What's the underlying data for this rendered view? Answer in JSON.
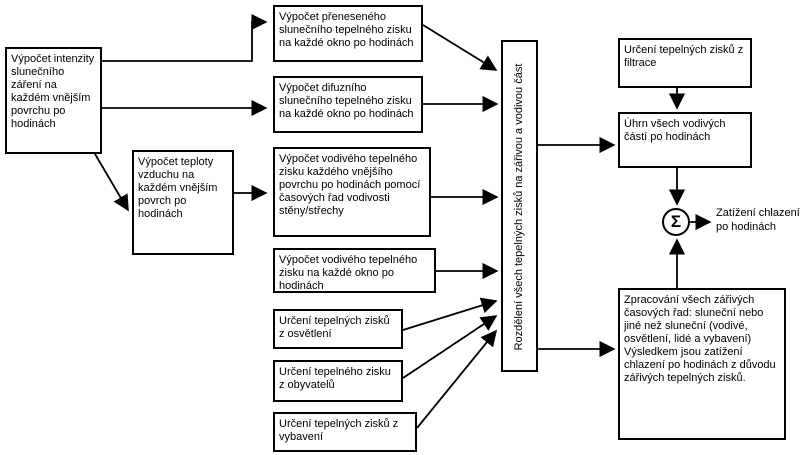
{
  "diagram": {
    "boxes": {
      "intenzity": "Výpočet intenzity slunečního záření na každém vnějším povrchu po hodinách",
      "teplota": "Výpočet teploty vzduchu na každém vnějším povrch po hodinách",
      "preneseny": "Výpočet přeneseného slunečního tepelného zisku na každé okno po hodinách",
      "difuzni": "Výpočet difuzního slunečního tepelného zisku na každé okno po hodinách",
      "vodivy_povrch": "Výpočet vodivého tepelného zisku každého vnějšího povrchu po hodinách pomocí časových řad vodivosti stěny/střechy",
      "vodivy_okno": "Výpočet vodivého tepelného zisku na každé okno po hodinách",
      "osvetleni": "Určení tepelných zisků z osvětlení",
      "obyvatele": "Určení tepelného zisku z obyvatelů",
      "vybaveni": "Určení tepelných zisků z vybavení",
      "rozdeleni": "Rozdělení všech tepelných zisků na zářivou a vodivou část",
      "filtrace": "Určení tepelných zisků z filtrace",
      "uhrn": "Úhrn všech vodivých částí po hodinách",
      "zpracovani": "Zpracování všech zářivých časových řad: sluneční nebo jiné než sluneční (vodivé, osvětlení, lidé a vybavení) Výsledkem jsou zatížení chlazení po hodinách z důvodu zářivých tepelných zisků."
    },
    "sum_symbol": "Σ",
    "output_label": "Zatížení chlazení po hodinách",
    "colors": {
      "background": "#ffffff",
      "line": "#000000",
      "text": "#000000"
    }
  }
}
